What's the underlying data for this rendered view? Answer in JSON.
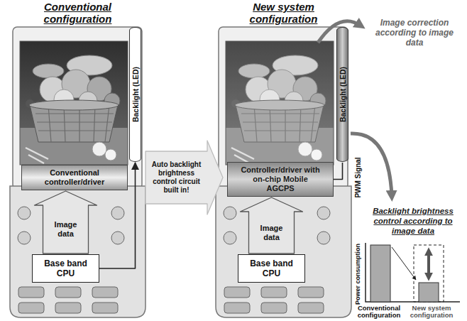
{
  "diagram": {
    "nodes": [
      {
        "text": [
          "Conventional configuration"
        ]
      },
      {
        "text": [
          "Conventional controller/driver"
        ],
        "in": 0
      },
      {
        "text": [
          "Base band CPU"
        ],
        "in": 0
      },
      {
        "text": [
          "Backlight (LED)"
        ],
        "in": 0
      },
      {
        "text": [
          "New system configuration"
        ]
      },
      {
        "text": [
          "Controller/driver with on-chip Mobile AGCPS"
        ],
        "in": 4
      },
      {
        "text": [
          "Base band CPU"
        ],
        "in": 4
      },
      {
        "text": [
          "Backlight (LED)"
        ],
        "in": 4
      }
    ],
    "edges": [
      {
        "from": 2,
        "to": 1,
        "label": "Image data",
        "arrow": "to"
      },
      {
        "from": 2,
        "to": 3,
        "arrow": "to"
      },
      {
        "from": 0,
        "to": 4,
        "label": "Auto backlight brightness control circuit built in!",
        "arrow": "to"
      },
      {
        "from": 6,
        "to": 5,
        "label": "Image data",
        "arrow": "to"
      },
      {
        "from": 5,
        "to": 7,
        "label": "PWM Signal",
        "arrow": "none"
      }
    ],
    "labels": [
      "Image correction according to image data",
      "Backlight brightness control according to image data",
      "Power consumption",
      "Conventional configuration",
      "New system configuration"
    ]
  }
}
